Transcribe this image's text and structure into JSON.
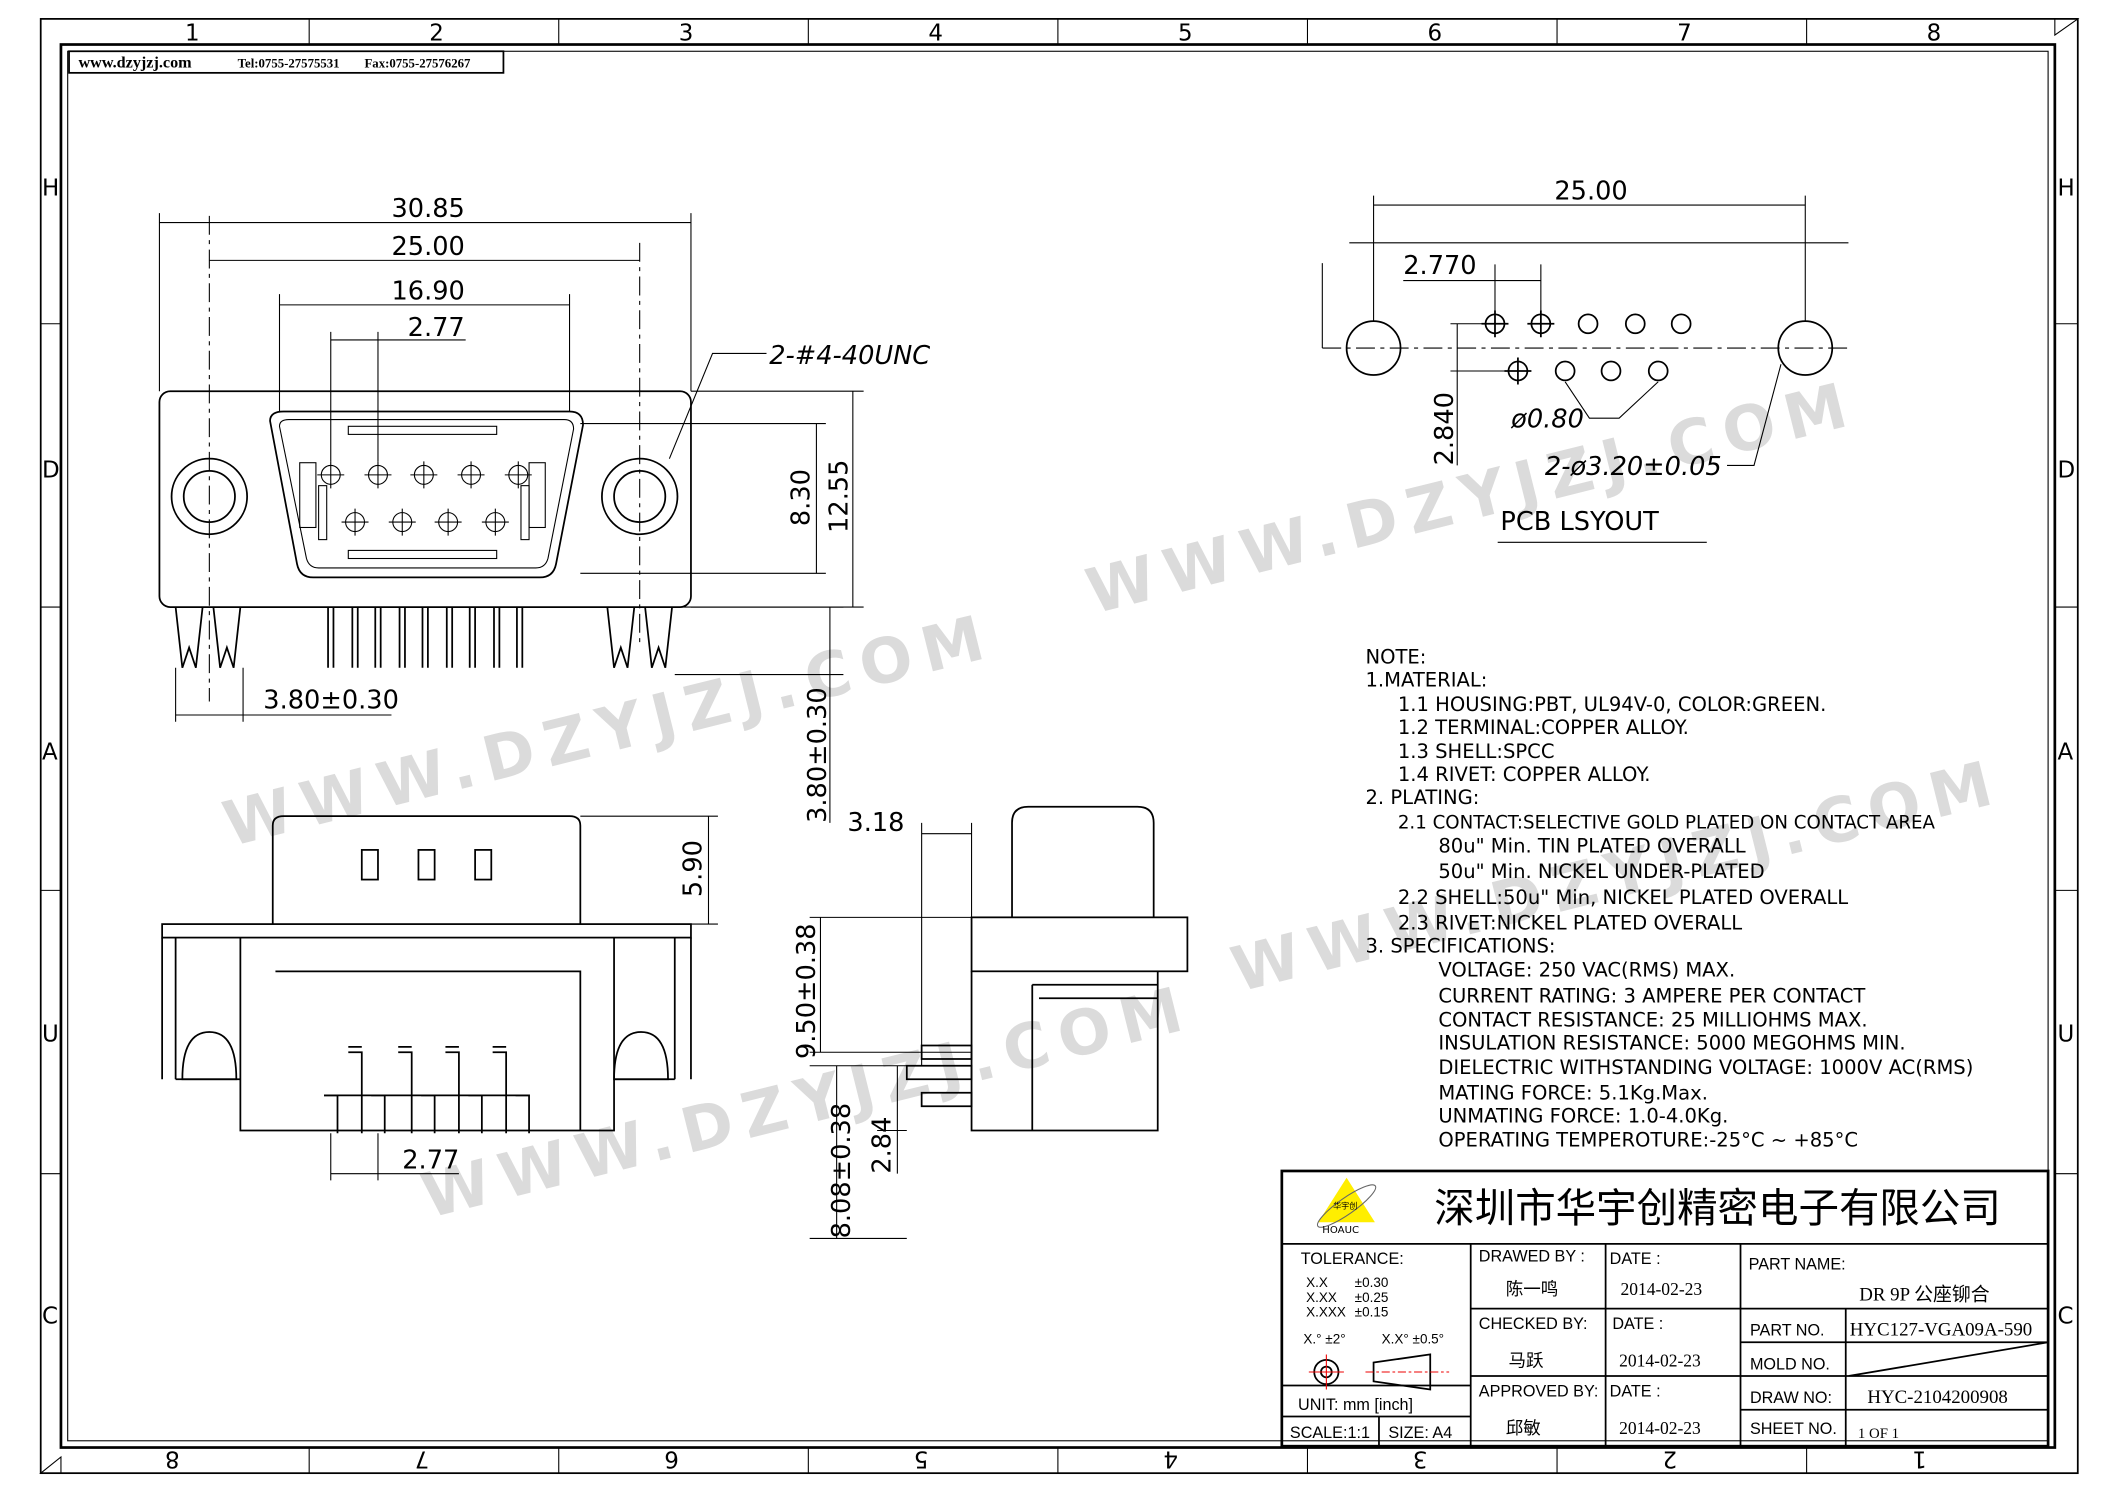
{
  "header": {
    "website": "www.dzyjzj.com",
    "tel": "Tel:0755-27575531",
    "fax": "Fax:0755-27576267"
  },
  "watermark": "WWW.DZYJZJ.COM",
  "zones": {
    "top_columns": [
      "1",
      "2",
      "3",
      "4",
      "5",
      "6",
      "7",
      "8"
    ],
    "bottom_columns": [
      "8",
      "7",
      "6",
      "5",
      "4",
      "3",
      "2",
      "1"
    ],
    "rows": [
      "H",
      "D",
      "A",
      "U",
      "C"
    ]
  },
  "front_view": {
    "dim_overall": "30.85",
    "dim_mount": "25.00",
    "dim_shell": "16.90",
    "dim_pitch": "2.77",
    "thread_label": "2-#4-40UNC",
    "dim_height_inner": "8.30",
    "dim_height_outer": "12.55",
    "dim_lock_h": "3.80±0.30",
    "dim_lock_v": "3.80±0.30"
  },
  "bottom_view": {
    "dim_height": "5.90",
    "dim_pitch": "2.77"
  },
  "side_view": {
    "dim_318": "3.18",
    "dim_950": "9.50±0.38",
    "dim_808": "8.08±0.38",
    "dim_284": "2.84"
  },
  "pcb_layout": {
    "dim_span": "25.00",
    "dim_pitch": "2.770",
    "dim_row": "2.840",
    "pin_hole": "ø0.80",
    "mount_hole": "2-ø3.20±0.05",
    "title": "PCB LSYOUT"
  },
  "notes": [
    "NOTE:",
    "1.MATERIAL:",
    "1.1  HOUSING:PBT,  UL94V-0,  COLOR:GREEN.",
    "1.2  TERMINAL:COPPER  ALLOY.",
    "1.3  SHELL:SPCC",
    "1.4  RIVET:  COPPER  ALLOY.",
    "2.  PLATING:",
    "2.1  CONTACT:SELECTIVE  GOLD  PLATED  ON  CONTACT  AREA",
    "80u\"  Min.  TIN  PLATED  OVERALL",
    "50u\"  Min.  NICKEL  UNDER-PLATED",
    "2.2  SHELL:50u\"  Min,  NICKEL  PLATED  OVERALL",
    "2.3  RIVET:NICKEL  PLATED  OVERALL",
    "3.  SPECIFICATIONS:",
    "VOLTAGE:  250  VAC(RMS)  MAX.",
    "CURRENT  RATING:  3  AMPERE  PER  CONTACT",
    "CONTACT  RESISTANCE:  25  MILLIOHMS  MAX.",
    "INSULATION  RESISTANCE:  5000  MEGOHMS  MIN.",
    "DIELECTRIC  WITHSTANDING  VOLTAGE:  1000V  AC(RMS)",
    "MATING  FORCE:  5.1Kg.Max.",
    "UNMATING  FORCE:  1.0-4.0Kg.",
    "OPERATING  TEMPEROTURE:-25°C  ~  +85°C"
  ],
  "title_block": {
    "logo_text": "华宇创",
    "logo_brand": "HOAUC",
    "company": "深圳市华宇创精密电子有限公司",
    "tolerance_label": "TOLERANCE:",
    "tolerances": [
      {
        "fmt": "X.X",
        "val": "±0.30"
      },
      {
        "fmt": "X.XX",
        "val": "±0.25"
      },
      {
        "fmt": "X.XXX",
        "val": "±0.15"
      }
    ],
    "angle_tol_1": "X.°  ±2°",
    "angle_tol_2": "X.X°  ±0.5°",
    "unit": "UNIT:  mm  [inch]",
    "scale": "SCALE:1:1",
    "size": "SIZE:  A4",
    "drawed_by_label": "DRAWED  BY :",
    "drawed_by": "陈一鸣",
    "checked_by_label": "CHECKED  BY:",
    "checked_by": "马跃",
    "approved_by_label": "APPROVED  BY:",
    "approved_by": "邱敏",
    "date_label": "DATE  :",
    "date_drawn": "2014-02-23",
    "date_checked": "2014-02-23",
    "date_approved": "2014-02-23",
    "part_name_label": "PART  NAME:",
    "part_name": "DR  9P  公座铆合",
    "part_no_label": "PART  NO.",
    "part_no": "HYC127-VGA09A-590",
    "mold_no_label": "MOLD  NO.",
    "draw_no_label": "DRAW  NO:",
    "draw_no": "HYC-2104200908",
    "sheet_no_label": "SHEET  NO.",
    "sheet_no": "1  OF  1"
  }
}
